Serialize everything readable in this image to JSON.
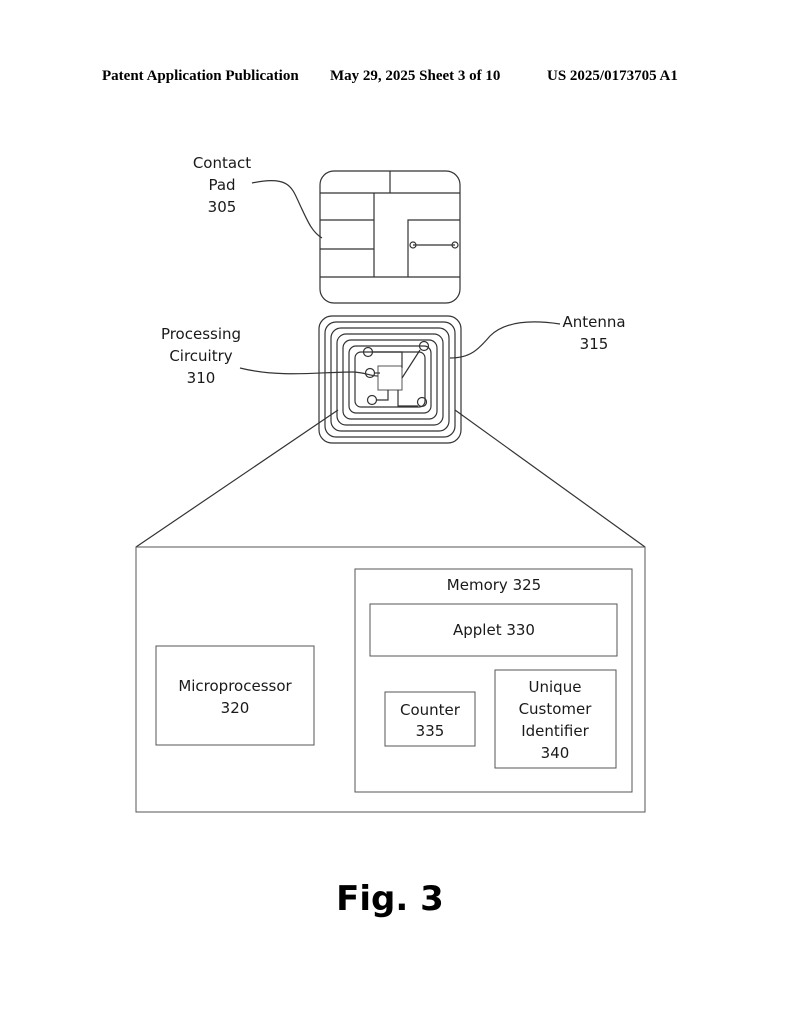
{
  "header": {
    "publication": "Patent Application Publication",
    "date_sheet": "May 29, 2025  Sheet 3 of 10",
    "number": "US 2025/0173705 A1"
  },
  "labels": {
    "contact_pad": [
      "Contact",
      "Pad",
      "305"
    ],
    "processing_circuitry": [
      "Processing",
      "Circuitry",
      "310"
    ],
    "antenna": [
      "Antenna",
      "315"
    ],
    "microprocessor": [
      "Microprocessor",
      "320"
    ],
    "memory": "Memory 325",
    "applet": "Applet 330",
    "counter": [
      "Counter",
      "335"
    ],
    "unique_customer_identifier": [
      "Unique",
      "Customer",
      "Identifier",
      "340"
    ]
  },
  "figure_label": "Fig. 3"
}
